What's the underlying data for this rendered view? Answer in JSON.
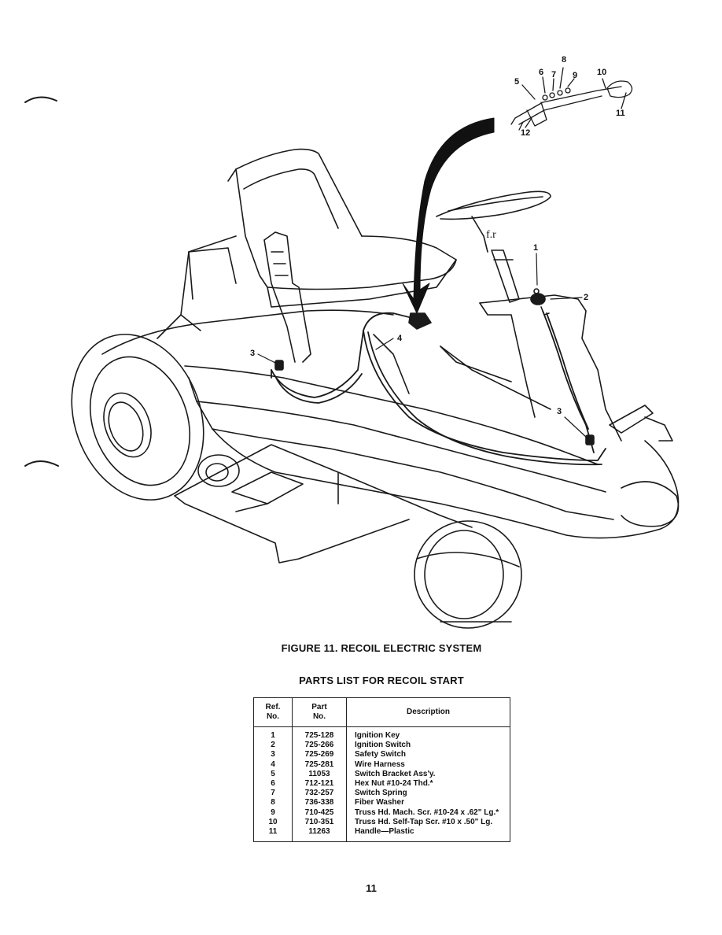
{
  "figure": {
    "caption": "FIGURE 11. RECOIL ELECTRIC SYSTEM",
    "callouts": {
      "c1": "1",
      "c2": "2",
      "c3a": "3",
      "c3b": "3",
      "c4": "4",
      "c5": "5",
      "c6": "6",
      "c7": "7",
      "c8": "8",
      "c9": "9",
      "c10": "10",
      "c11": "11",
      "c12": "12"
    }
  },
  "parts_list": {
    "title": "PARTS LIST FOR RECOIL START",
    "headers": {
      "ref_line1": "Ref.",
      "ref_line2": "No.",
      "part_line1": "Part",
      "part_line2": "No.",
      "description": "Description"
    },
    "rows": [
      {
        "ref": "1",
        "part": "725-128",
        "description": "Ignition Key"
      },
      {
        "ref": "2",
        "part": "725-266",
        "description": "Ignition Switch"
      },
      {
        "ref": "3",
        "part": "725-269",
        "description": "Safety Switch"
      },
      {
        "ref": "4",
        "part": "725-281",
        "description": "Wire Harness"
      },
      {
        "ref": "5",
        "part": "11053",
        "description": "Switch Bracket Ass'y."
      },
      {
        "ref": "6",
        "part": "712-121",
        "description": "Hex Nut #10-24 Thd.*"
      },
      {
        "ref": "7",
        "part": "732-257",
        "description": "Switch Spring"
      },
      {
        "ref": "8",
        "part": "736-338",
        "description": "Fiber Washer"
      },
      {
        "ref": "9",
        "part": "710-425",
        "description": "Truss Hd. Mach. Scr. #10-24 x .62\" Lg.*"
      },
      {
        "ref": "10",
        "part": "710-351",
        "description": "Truss Hd. Self-Tap Scr. #10 x .50\" Lg."
      },
      {
        "ref": "11",
        "part": "11263",
        "description": "Handle—Plastic"
      }
    ]
  },
  "page_number": "11"
}
